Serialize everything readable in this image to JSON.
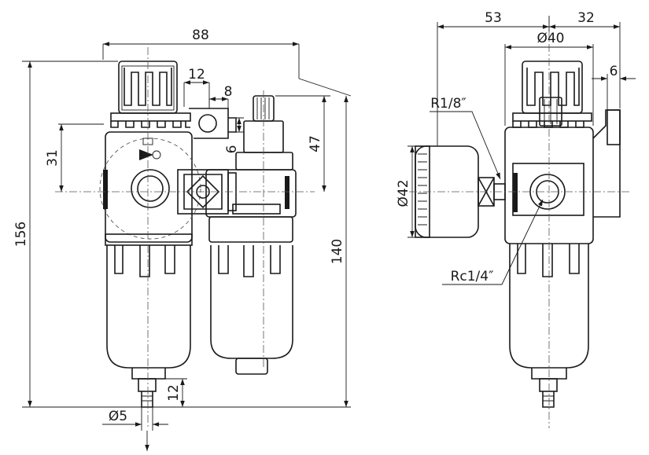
{
  "front_view": {
    "dimensions": {
      "total_width": "88",
      "regulator_to_bracket": "12",
      "bracket_offset": "8",
      "bracket_thickness": "6",
      "port_height": "31",
      "lubricator_top": "47",
      "overall_height": "156",
      "lubricator_height": "140",
      "drain_length": "12",
      "drain_diameter": "Ø5"
    }
  },
  "side_view": {
    "dimensions": {
      "left_depth": "53",
      "right_depth": "32",
      "knob_diameter": "Ø40",
      "bracket_width": "6",
      "gauge_diameter": "Ø42"
    },
    "labels": {
      "gauge_thread": "R1/8″",
      "port_thread": "Rc1/4″"
    }
  }
}
